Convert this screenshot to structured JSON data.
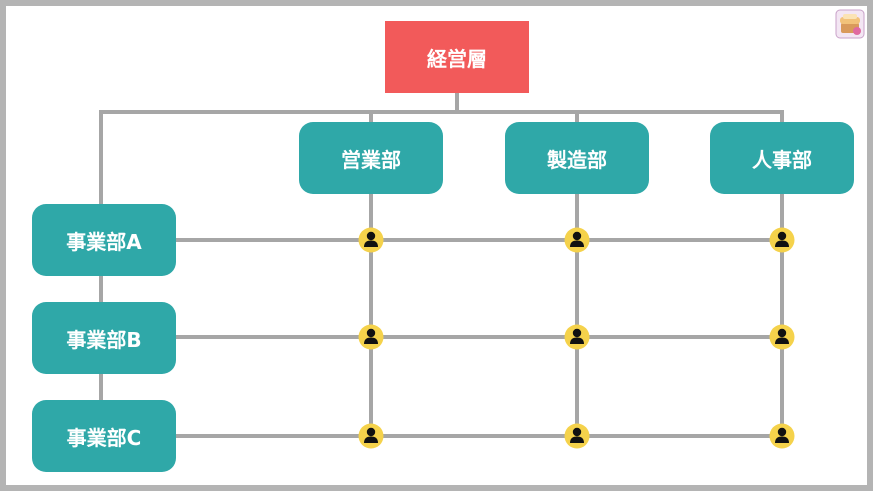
{
  "colors": {
    "top": "#f25a5a",
    "box": "#2fa8a8",
    "line": "#a6a6a6",
    "person_circle": "#f5d24b",
    "person_figure": "#111111"
  },
  "top_box": {
    "label": "経営層"
  },
  "departments": [
    {
      "label": "営業部"
    },
    {
      "label": "製造部"
    },
    {
      "label": "人事部"
    }
  ],
  "divisions": [
    {
      "label": "事業部A"
    },
    {
      "label": "事業部B"
    },
    {
      "label": "事業部C"
    }
  ],
  "person_icon": "person-icon",
  "corner_icon": "app-logo-icon"
}
